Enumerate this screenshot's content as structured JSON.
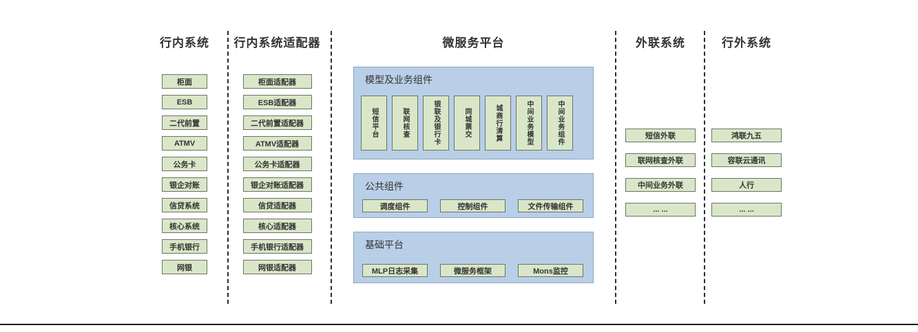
{
  "columns": {
    "c1": {
      "title": "行内系统",
      "items": [
        "柜面",
        "ESB",
        "二代前置",
        "ATMV",
        "公务卡",
        "银企对账",
        "信贷系统",
        "核心系统",
        "手机银行",
        "网银"
      ]
    },
    "c2": {
      "title": "行内系统适配器",
      "items": [
        "柜面适配器",
        "ESB适配器",
        "二代前置适配器",
        "ATMV适配器",
        "公务卡适配器",
        "银企对账适配器",
        "信贷适配器",
        "核心适配器",
        "手机银行适配器",
        "网银适配器"
      ]
    },
    "c3": {
      "title": "微服务平台",
      "model_group": {
        "label": "模型及业务组件",
        "items": [
          "短信平台",
          "联网核查",
          "银联及银行卡",
          "同城票交",
          "城商行清算",
          "中间业务模型",
          "中间业务组件"
        ]
      },
      "common_group": {
        "label": "公共组件",
        "items": [
          "调度组件",
          "控制组件",
          "文件传输组件"
        ]
      },
      "base_group": {
        "label": "基础平台",
        "items": [
          "MLP日志采集",
          "微服务框架",
          "Mons监控"
        ]
      }
    },
    "c4": {
      "title": "外联系统",
      "items": [
        "短信外联",
        "联网核查外联",
        "中间业务外联",
        "... ..."
      ]
    },
    "c5": {
      "title": "行外系统",
      "items": [
        "鸿联九五",
        "容联云通讯",
        "人行",
        "... ..."
      ]
    }
  },
  "colors": {
    "green_box_fill": "#d9e7c8",
    "green_box_border": "#6b7265",
    "panel_fill": "#b9cfe7",
    "panel_border": "#8ca4c0",
    "separator": "#2b2b2b",
    "text": "#333333"
  }
}
